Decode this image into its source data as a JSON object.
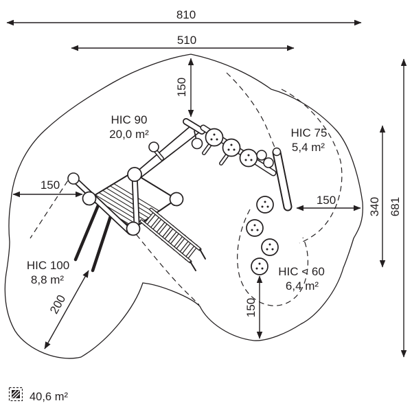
{
  "diagram_title": "playground-equipment-safety-zone-plan",
  "dims": {
    "total_width": "810",
    "inner_width": "510",
    "top_offset": "150",
    "left_offset": "150",
    "right_offset": "150",
    "bottom_offset": "150",
    "slide_runout": "200",
    "inner_height": "340",
    "total_height": "681"
  },
  "zones": {
    "hic90": {
      "label": "HIC 90",
      "area": "20,0 m²"
    },
    "hic75": {
      "label": "HIC 75",
      "area": "5,4 m²"
    },
    "hic100": {
      "label": "HIC 100",
      "area": "8,8 m²"
    },
    "hic60": {
      "label": "HIC < 60",
      "area": "6,4 m²"
    }
  },
  "legend": {
    "total_area": "40,6 m²"
  },
  "colors": {
    "ink": "#231f20",
    "background": "#ffffff"
  }
}
